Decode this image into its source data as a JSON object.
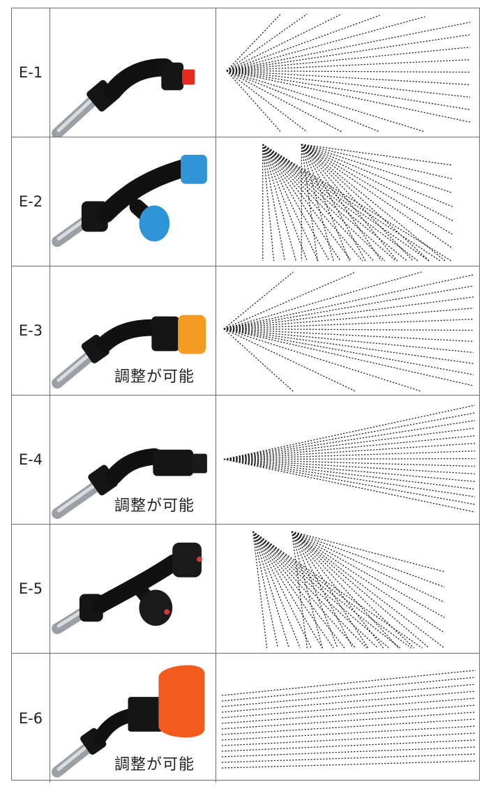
{
  "rows": [
    {
      "label": "E-1",
      "note": "",
      "cap_color": "#e62b1e",
      "pattern": "cone"
    },
    {
      "label": "E-2",
      "note": "",
      "cap_color": "#2f95d6",
      "pattern": "double-fan"
    },
    {
      "label": "E-3",
      "note": "調整が可能",
      "cap_color": "#f59a22",
      "pattern": "wide-cone"
    },
    {
      "label": "E-4",
      "note": "調整が可能",
      "cap_color": "#1a1a1a",
      "pattern": "narrow-cone"
    },
    {
      "label": "E-5",
      "note": "",
      "cap_color": "#1a1a1a",
      "pattern": "double-fan"
    },
    {
      "label": "E-6",
      "note": "調整が可能",
      "cap_color": "#f25a1e",
      "pattern": "parallel"
    }
  ]
}
